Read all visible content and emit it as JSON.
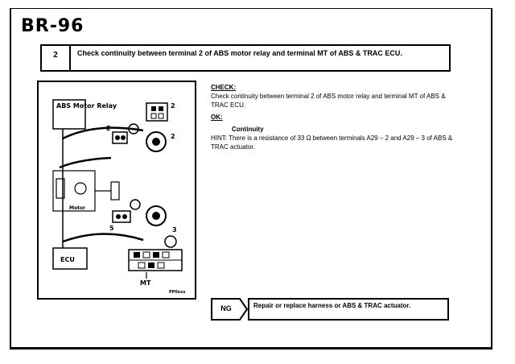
{
  "page": {
    "code": "BR-96"
  },
  "step": {
    "number": "2",
    "title": "Check continuity between terminal 2 of ABS motor relay and terminal MT of ABS & TRAC ECU."
  },
  "diagram": {
    "relay_label": "ABS Motor Relay",
    "ecu_label": "ECU",
    "motor_label": "Motor",
    "terminal_top": "2",
    "terminal_mid": "2",
    "terminal_e": "E",
    "terminal_5": "5",
    "terminal_3": "3",
    "terminal_mt": "MT",
    "code_mark": "PP0xxx"
  },
  "check": {
    "check_heading": "CHECK:",
    "check_text": "Check continuity between terminal 2 of ABS motor relay and terminal MT of ABS & TRAC ECU.",
    "ok_heading": "OK:",
    "ok_result": "Continuity",
    "hint": "HINT: There is a resistance of 33 Ω between terminals A29 – 2 and A29 – 3 of ABS & TRAC actuator."
  },
  "ng": {
    "label": "NG",
    "action": "Repair or replace harness or ABS & TRAC actuator."
  }
}
